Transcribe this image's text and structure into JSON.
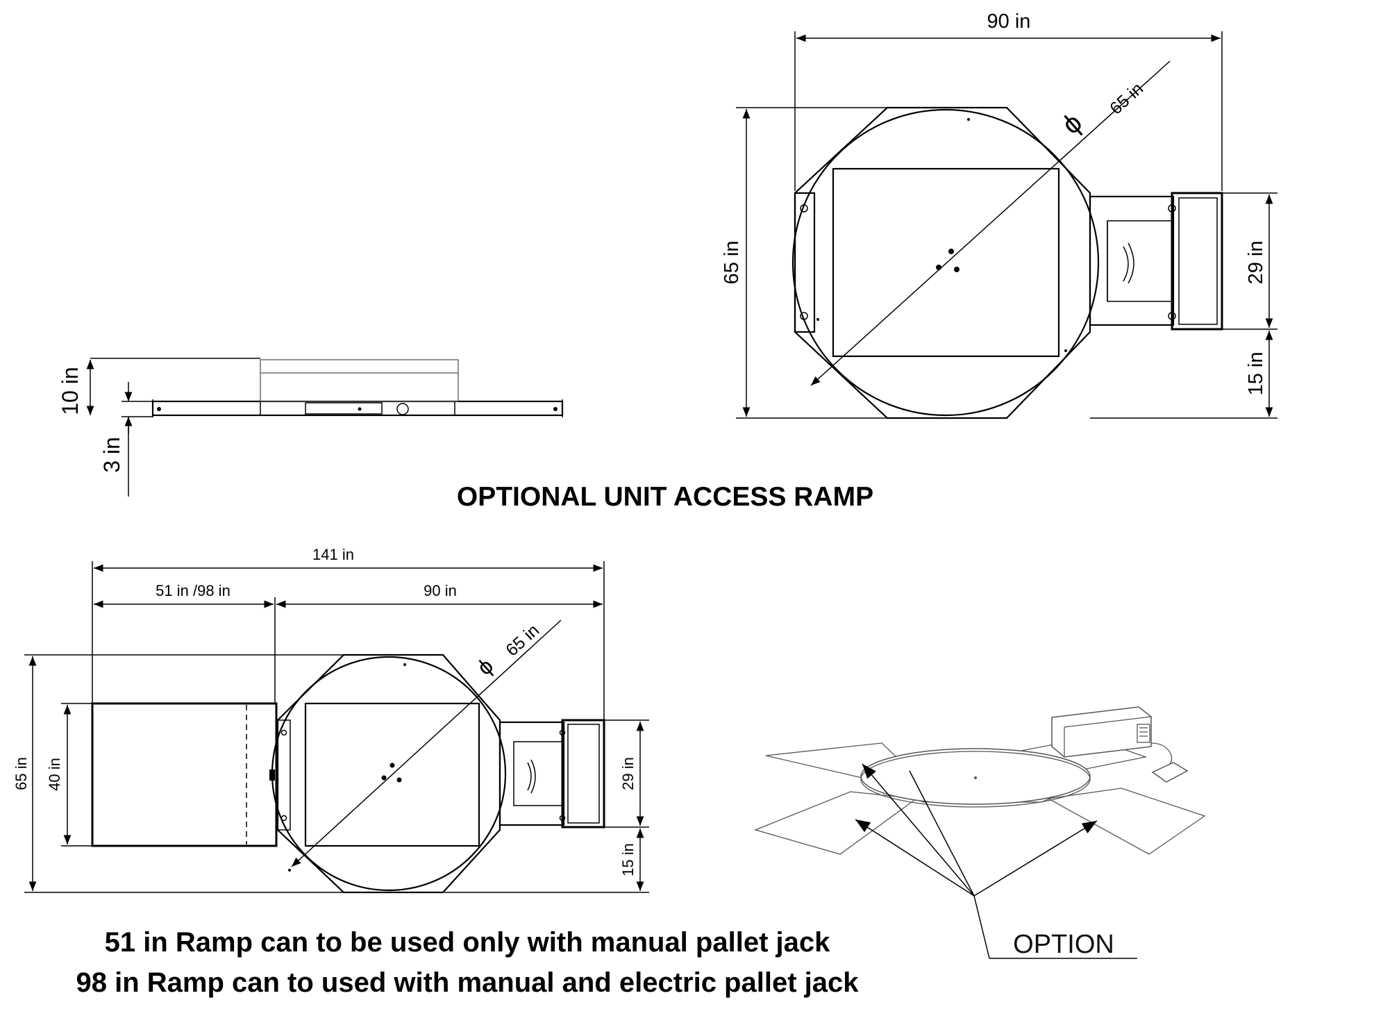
{
  "side_view": {
    "height_total": "10 in",
    "platform_height": "3 in"
  },
  "top_view": {
    "width": "90 in",
    "height": "65 in",
    "diameter": "65 in",
    "ramp_width": "29 in",
    "ramp_offset": "15 in"
  },
  "section_title": "OPTIONAL UNIT ACCESS RAMP",
  "ramp_view": {
    "overall_length": "141 in",
    "ramp_length": "51 in /98 in",
    "unit_width": "90 in",
    "diameter": "65 in",
    "height": "65 in",
    "ramp_width": "40 in",
    "side_ramp_width": "29 in",
    "side_offset": "15 in"
  },
  "perspective": {
    "callout": "OPTION"
  },
  "notes": [
    "51 in Ramp can to be used only with manual pallet jack",
    "98 in Ramp can to used with manual and electric pallet jack"
  ],
  "diameter_symbol": "ϕ"
}
